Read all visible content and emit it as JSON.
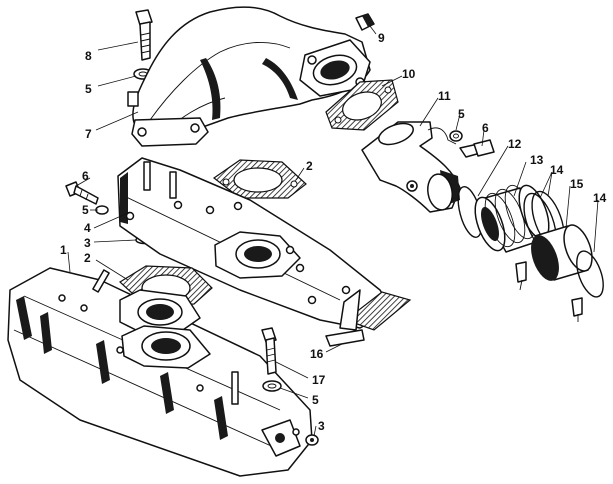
{
  "labels": {
    "l1": "1",
    "l2a": "2",
    "l2b": "2",
    "l3a": "3",
    "l3b": "3",
    "l4": "4",
    "l5a": "5",
    "l5b": "5",
    "l5c": "5",
    "l5d": "5",
    "l6a": "6",
    "l6b": "6",
    "l7": "7",
    "l8": "8",
    "l9": "9",
    "l10": "10",
    "l11": "11",
    "l12": "12",
    "l13": "13",
    "l14a": "14",
    "l14b": "14",
    "l15": "15",
    "l16": "16",
    "l17": "17"
  }
}
